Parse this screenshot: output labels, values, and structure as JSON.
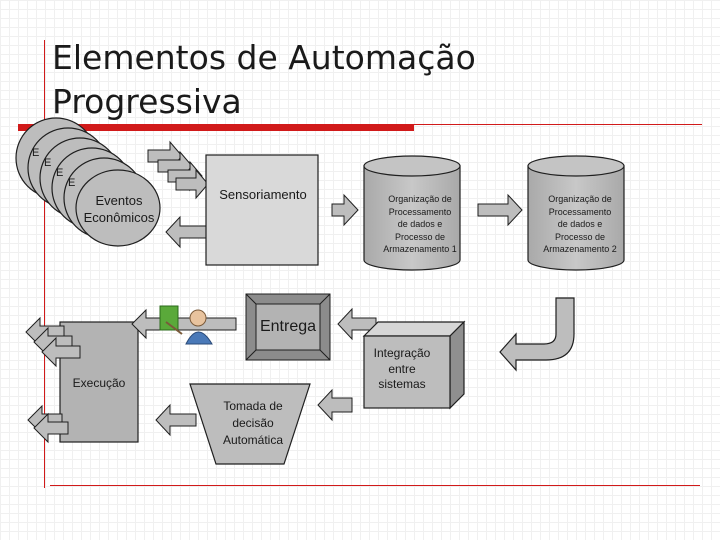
{
  "title_line1": "Elementos de Automação",
  "title_line2": "Progressiva",
  "nodes": {
    "eventos": {
      "line1": "Eventos",
      "line2": "Econômicos"
    },
    "sensoriamento": "Sensoriamento",
    "org1": [
      "Organização de",
      "Processamento",
      "de dados e",
      "Processo de",
      "Armazenamento 1"
    ],
    "org2": [
      "Organização de",
      "Processamento",
      "de dados e",
      "Processo de",
      "Armazenamento 2"
    ],
    "entrega": "Entrega",
    "integracao": [
      "Integração",
      "entre",
      "sistemas"
    ],
    "execucao": "Execução",
    "tomada": [
      "Tomada de",
      "decisão",
      "Automática"
    ]
  },
  "colors": {
    "accent": "#d11a1a",
    "box_fill": "#b3b3b3",
    "node_fill": "#bdbdbd",
    "stroke": "#1f1f1f"
  }
}
